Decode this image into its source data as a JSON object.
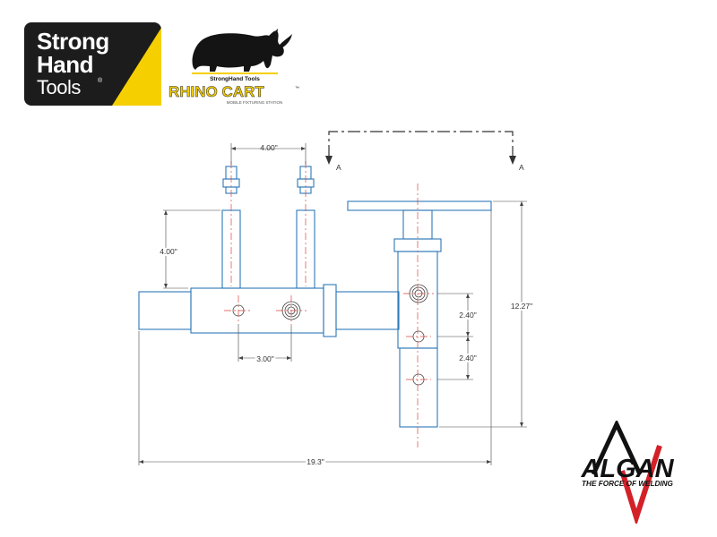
{
  "logos": {
    "strong_hand": {
      "line1": "Strong",
      "line2": "Hand",
      "line3": "Tools",
      "mark": "®"
    },
    "rhino_cart": {
      "brand_small": "StrongHand Tools",
      "name": "RHINO CART",
      "tm": "™",
      "tagline": "MOBILE FIXTURING STATION"
    },
    "algan": {
      "name": "ALGAN",
      "tagline": "THE FORCE OF WELDING"
    }
  },
  "drawing": {
    "section_labels": [
      "A",
      "A"
    ],
    "dimensions": {
      "post_spacing": "4.00\"",
      "post_height": "4.00\"",
      "hole_spacing": "3.00\"",
      "vertical_hole_1": "2.40\"",
      "vertical_hole_2": "2.40\"",
      "overall_height": "12.27\"",
      "overall_width": "19.3\""
    }
  },
  "colors": {
    "part_outline": "#2f78b7",
    "centerline": "#d9453f",
    "dimension_line": "#444444",
    "brand_yellow": "#f6cf00",
    "brand_red": "#d42027"
  }
}
